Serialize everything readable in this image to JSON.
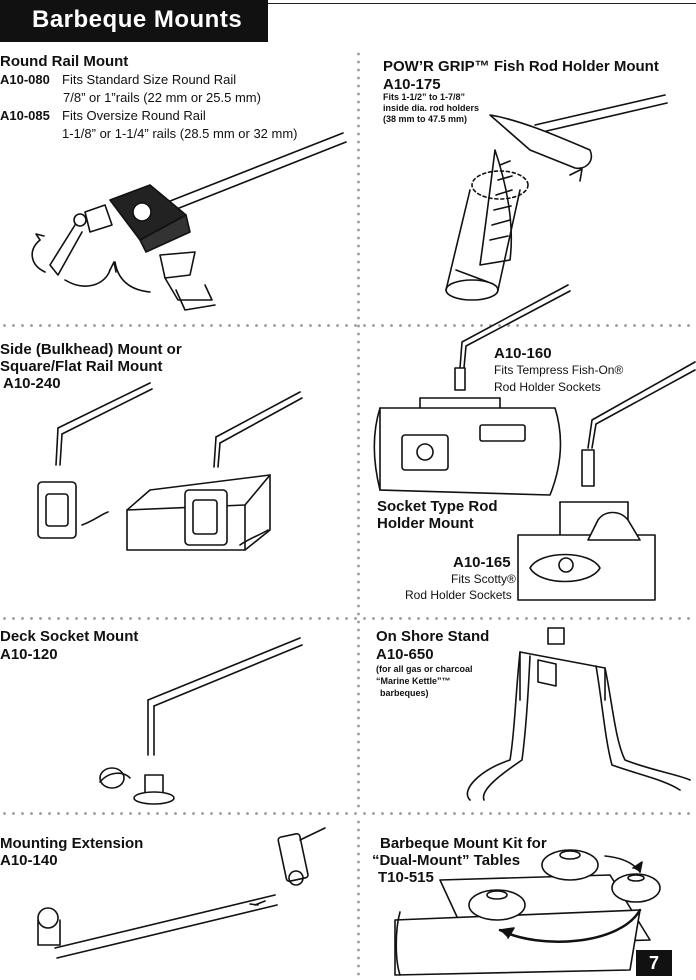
{
  "header": {
    "title": "Barbeque Mounts"
  },
  "page_number": "7",
  "sections": {
    "round_rail": {
      "title": "Round Rail Mount",
      "items": [
        {
          "code": "A10-080",
          "text1": "Fits Standard Size Round Rail",
          "text2": "7/8”  or 1”rails (22 mm or 25.5 mm)"
        },
        {
          "code": "A10-085",
          "text1": "Fits Oversize Round Rail",
          "text2": "1-1/8” or 1-1/4” rails (28.5 mm or 32 mm)"
        }
      ]
    },
    "powr_grip": {
      "title": "POW’R GRIP™ Fish Rod Holder Mount",
      "code": "A10-175",
      "note_lines": [
        "Fits 1-1/2” to 1-7/8”",
        "inside dia. rod holders",
        "(38 mm to 47.5 mm)"
      ]
    },
    "side_mount": {
      "title_lines": [
        "Side (Bulkhead) Mount or",
        "Square/Flat Rail Mount"
      ],
      "code": "A10-240"
    },
    "socket": {
      "a160_code": "A10-160",
      "a160_lines": [
        "Fits Tempress Fish-On®",
        "Rod Holder Sockets"
      ],
      "title_lines": [
        "Socket Type Rod",
        "Holder Mount"
      ],
      "a165_code": "A10-165",
      "a165_lines": [
        "Fits Scotty®",
        "Rod Holder Sockets"
      ]
    },
    "deck": {
      "title": "Deck Socket Mount",
      "code": "A10-120"
    },
    "shore": {
      "title": "On Shore Stand",
      "code": "A10-650",
      "note_lines": [
        "(for all gas or charcoal",
        "“Marine Kettle”™",
        "barbeques)"
      ]
    },
    "extension": {
      "title": "Mounting Extension",
      "code": "A10-140"
    },
    "kit": {
      "title_lines": [
        "Barbeque Mount Kit for",
        "“Dual-Mount” Tables"
      ],
      "code": "T10-515"
    }
  }
}
